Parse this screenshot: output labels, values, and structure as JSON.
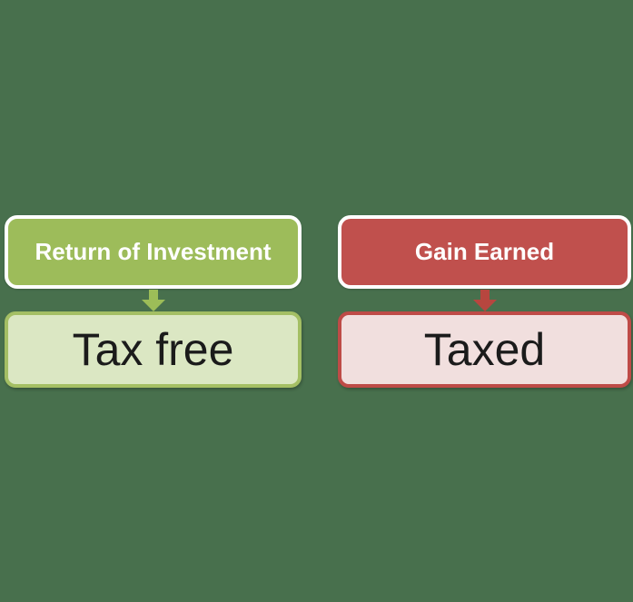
{
  "diagram": {
    "background_color": "#48704D",
    "columns": [
      {
        "header": {
          "label": "Return of Investment",
          "fill": "#9DBC5A",
          "border_color": "#FFFFFF",
          "text_color": "#FFFFFF"
        },
        "arrow": {
          "icon": "down-arrow-icon",
          "color": "#9CBD58"
        },
        "result": {
          "label": "Tax free",
          "fill": "#DBE7C3",
          "border_color": "#A4BF64",
          "text_color": "#1B1B1B"
        }
      },
      {
        "header": {
          "label": "Gain Earned",
          "fill": "#C0504D",
          "border_color": "#FFFFFF",
          "text_color": "#FFFFFF"
        },
        "arrow": {
          "icon": "down-arrow-icon",
          "color": "#B7463F"
        },
        "result": {
          "label": "Taxed",
          "fill": "#F1DFDE",
          "border_color": "#BE4B47",
          "text_color": "#1B1B1B"
        }
      }
    ]
  }
}
